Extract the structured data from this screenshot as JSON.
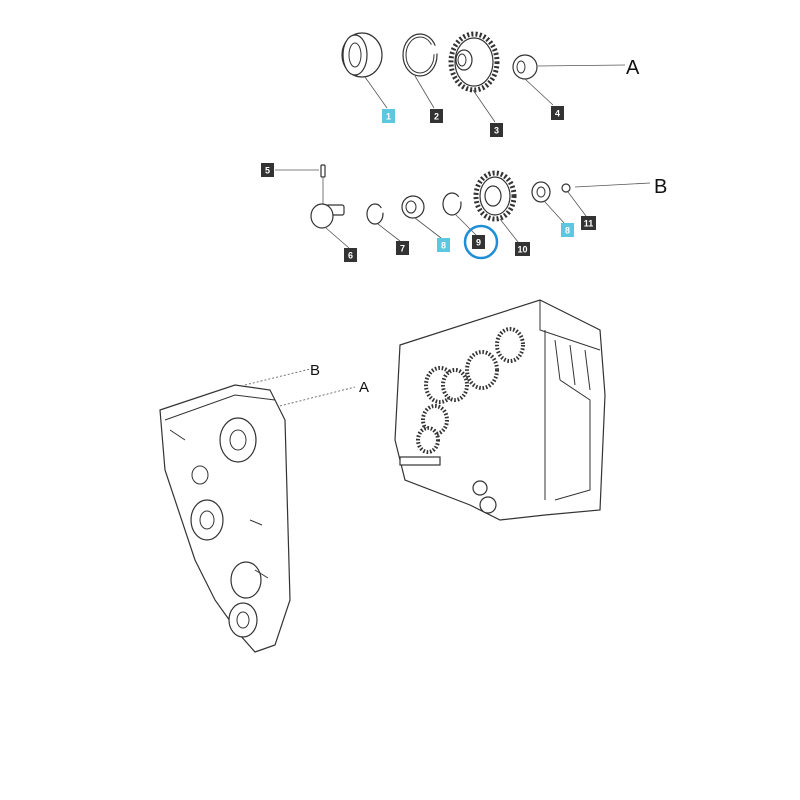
{
  "colors": {
    "badge_dark": "#333333",
    "badge_highlight": "#5bc8df",
    "selection_ring": "#1e8fd6"
  },
  "callouts": [
    {
      "id": "1",
      "highlighted": true
    },
    {
      "id": "2",
      "highlighted": false
    },
    {
      "id": "3",
      "highlighted": false
    },
    {
      "id": "4",
      "highlighted": false
    },
    {
      "id": "5",
      "highlighted": false
    },
    {
      "id": "6",
      "highlighted": false
    },
    {
      "id": "7",
      "highlighted": false
    },
    {
      "id": "8",
      "highlighted": true
    },
    {
      "id": "9",
      "highlighted": false,
      "selected": true
    },
    {
      "id": "10",
      "highlighted": false
    },
    {
      "id": "8",
      "highlighted": true
    },
    {
      "id": "11",
      "highlighted": false
    }
  ],
  "references": {
    "a_top": "A",
    "b_mid": "B",
    "b_housing": "B",
    "a_housing": "A"
  }
}
